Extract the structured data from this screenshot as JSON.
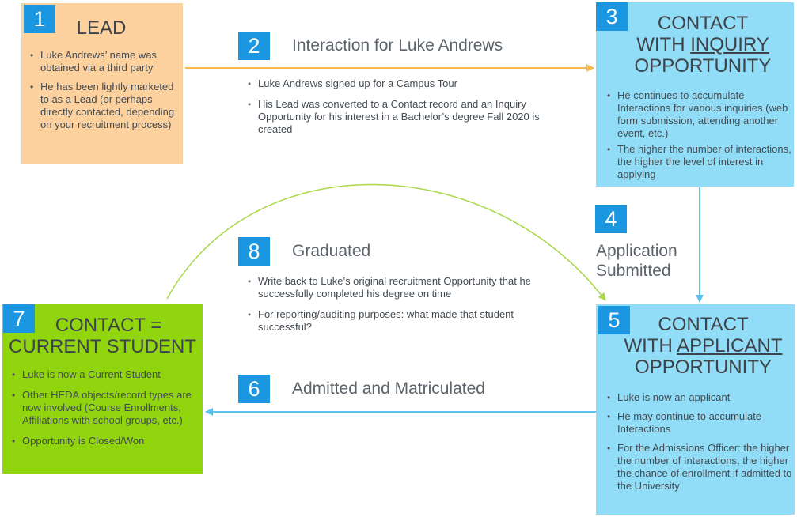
{
  "colors": {
    "lead": "#fdd19e",
    "contact": "#91dcf6",
    "student": "#91d50e",
    "badge": "#1b96e0",
    "arrow_orange": "#f9b856",
    "arrow_blue": "#5dc1ee",
    "arrow_green": "#a9d84b"
  },
  "step1": {
    "num": "1",
    "title": "LEAD",
    "bullets": [
      "Luke Andrews’ name was obtained via a third party",
      "He has been lightly marketed to as a Lead (or perhaps directly contacted, depending on your recruitment process)"
    ]
  },
  "step2": {
    "num": "2",
    "title": "Interaction for Luke Andrews",
    "bullets": [
      "Luke Andrews signed up for a Campus Tour",
      "His Lead was converted to a Contact record and an Inquiry Opportunity for his interest in a Bachelor’s degree Fall 2020 is created"
    ]
  },
  "step3": {
    "num": "3",
    "title_l1": "CONTACT",
    "title_l2a": "WITH ",
    "title_l2b": "INQUIRY",
    "title_l3": "OPPORTUNITY",
    "bullets": [
      "He continues to accumulate Interactions for various inquiries (web form submission, attending another event, etc.)",
      "The higher the number of interactions, the higher the level of interest in applying"
    ]
  },
  "step4": {
    "num": "4",
    "title_l1": "Application",
    "title_l2": "Submitted"
  },
  "step5": {
    "num": "5",
    "title_l1": "CONTACT",
    "title_l2a": "WITH ",
    "title_l2b": "APPLICANT",
    "title_l3": "OPPORTUNITY",
    "bullets": [
      "Luke is now an applicant",
      "He may continue to accumulate Interactions",
      "For the Admissions Officer: the higher the number of Interactions, the higher the chance of enrollment if admitted to the University"
    ]
  },
  "step6": {
    "num": "6",
    "title": "Admitted and Matriculated"
  },
  "step7": {
    "num": "7",
    "title_l1": "CONTACT =",
    "title_l2": "CURRENT STUDENT",
    "bullets": [
      "Luke is now a Current Student",
      "Other HEDA objects/record types are now involved (Course Enrollments, Affiliations with school groups, etc.)",
      "Opportunity is Closed/Won"
    ]
  },
  "step8": {
    "num": "8",
    "title": "Graduated",
    "bullets": [
      "Write back to Luke’s original recruitment Opportunity that he successfully completed his degree on time",
      "For reporting/auditing purposes: what made that student successful?"
    ]
  }
}
